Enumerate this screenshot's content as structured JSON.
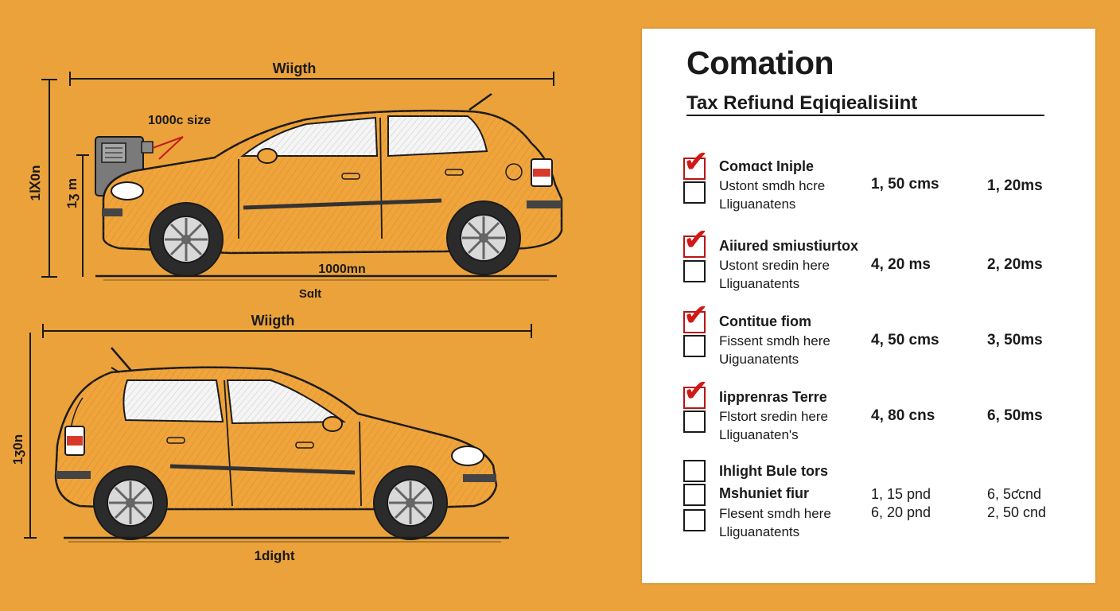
{
  "diagram": {
    "top_car": {
      "width_label": "Wiigth",
      "outer_height_label": "1Ⅸ0n",
      "inner_height_label": "1ʒ m",
      "size_label": "1000c size",
      "length_label": "1000mn",
      "ground_label": "Sɑlt"
    },
    "bottom_car": {
      "width_label": "Wiigth",
      "height_label": "1ʒ0n",
      "bottom_label": "1dight"
    },
    "colors": {
      "background": "#eba23a",
      "car_body": "#f0a43c",
      "outline": "#1a1a1a"
    }
  },
  "panel": {
    "title": "Comation",
    "subtitle": "Tax Refiund Eqiqiealisiint",
    "groups": [
      {
        "checked": true,
        "rows": [
          {
            "text": "Comɑct Iniple"
          },
          {
            "text": "Ustont smdh  hcre",
            "value_a": "1, 50 cms",
            "value_b": "1, 20ms"
          },
          {
            "text": "Lliguanatens"
          }
        ]
      },
      {
        "checked": true,
        "rows": [
          {
            "text": "Aiiured smiustiurtox"
          },
          {
            "text": "Ustont sredin  here",
            "value_a": "4, 20 ms",
            "value_b": "2, 20ms"
          },
          {
            "text": "Lliguanatents"
          }
        ]
      },
      {
        "checked": true,
        "rows": [
          {
            "text": "Contitue fiom"
          },
          {
            "text": "Fissent smdh  here",
            "value_a": "4, 50 cms",
            "value_b": "3, 50ms"
          },
          {
            "text": "Uiguanatents"
          }
        ]
      },
      {
        "checked": true,
        "rows": [
          {
            "text": "Iipprenras Terre"
          },
          {
            "text": "Flstort sredin  here",
            "value_a": "4, 80 cns",
            "value_b": "6, 50ms"
          },
          {
            "text": "Lliguanaten's"
          }
        ]
      },
      {
        "checked": false,
        "rows": [
          {
            "text": "Ihlight  Bule tors"
          },
          {
            "text": "Mshuniet fiur",
            "value_a": "1, 15 pnd",
            "value_b": "6, 5ƈcnd"
          },
          {
            "text": "Flesent smdh  here",
            "value_a": "6, 20 pnd",
            "value_b": "2, 50 cnd"
          },
          {
            "text": "Lliguanatents"
          }
        ]
      }
    ],
    "colors": {
      "check": "#d01818",
      "panel_bg": "#ffffff"
    }
  }
}
